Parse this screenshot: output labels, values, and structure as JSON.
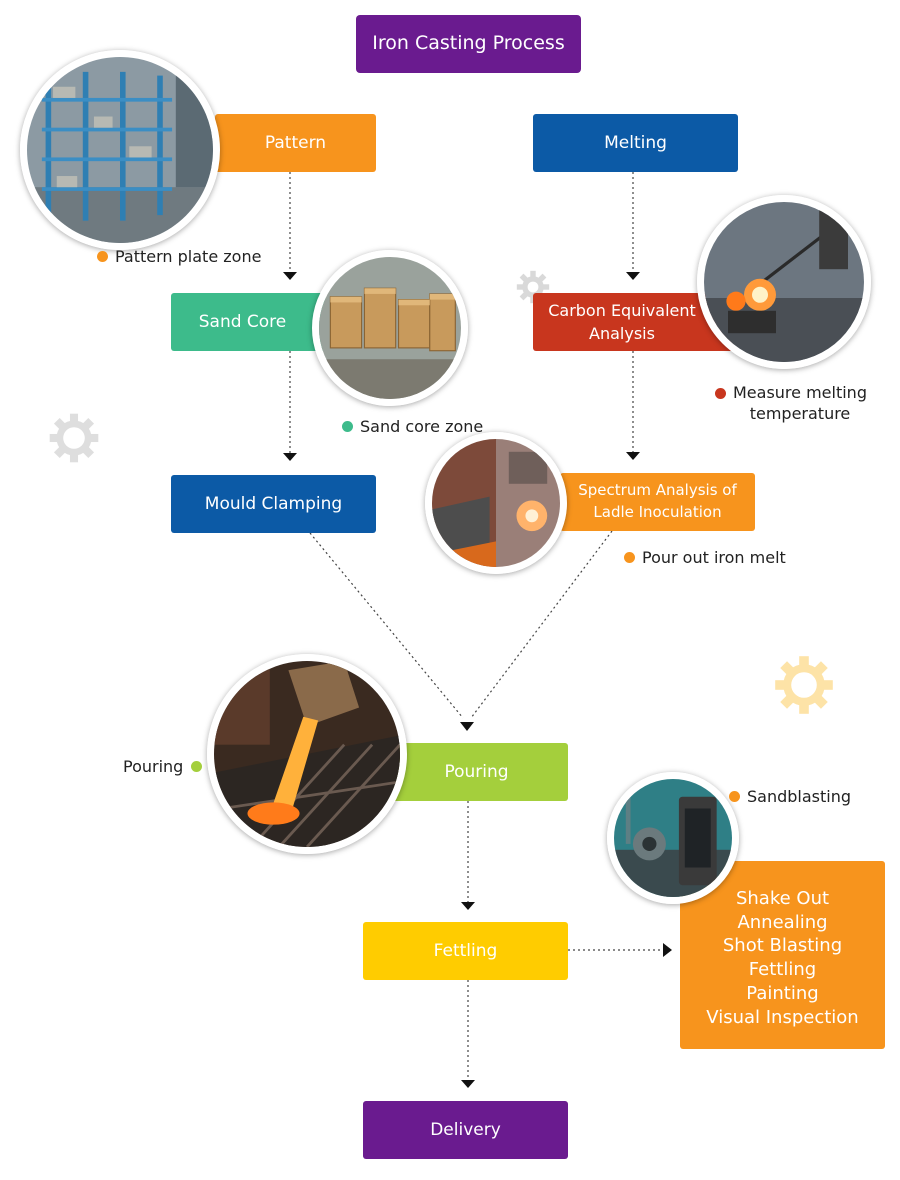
{
  "title": "Iron Casting Process",
  "steps": {
    "pattern": "Pattern",
    "melting": "Melting",
    "sand_core": "Sand Core",
    "carbon_equivalent": [
      "Carbon Equivalent",
      "Analysis"
    ],
    "mould_clamping": "Mould Clamping",
    "spectrum_analysis": [
      "Spectrum Analysis of",
      "Ladle Inoculation"
    ],
    "pouring": "Pouring",
    "fettling": "Fettling",
    "fettling_details": [
      "Shake Out",
      "Annealing",
      "Shot Blasting",
      "Fettling",
      "Painting",
      "Visual Inspection"
    ],
    "delivery": "Delivery"
  },
  "captions": {
    "pattern_plate_zone": "Pattern plate zone",
    "sand_core_zone": "Sand core zone",
    "measure_melting": [
      "Measure melting",
      "temperature"
    ],
    "pour_out_iron_melt": "Pour out iron melt",
    "pouring": "Pouring",
    "sandblasting": "Sandblasting"
  },
  "colors": {
    "purple": "#6a1b8f",
    "orange": "#f7941d",
    "blue": "#0c5aa6",
    "green": "#3dbb8b",
    "red": "#c8361e",
    "lime": "#a4cf3c",
    "yellow": "#ffcc00"
  },
  "icons": [
    "gear-icon",
    "pattern-shelving-photo",
    "sand-core-photo",
    "molten-metal-photo",
    "iron-melt-photo",
    "pouring-photo",
    "sandblasting-photo"
  ]
}
